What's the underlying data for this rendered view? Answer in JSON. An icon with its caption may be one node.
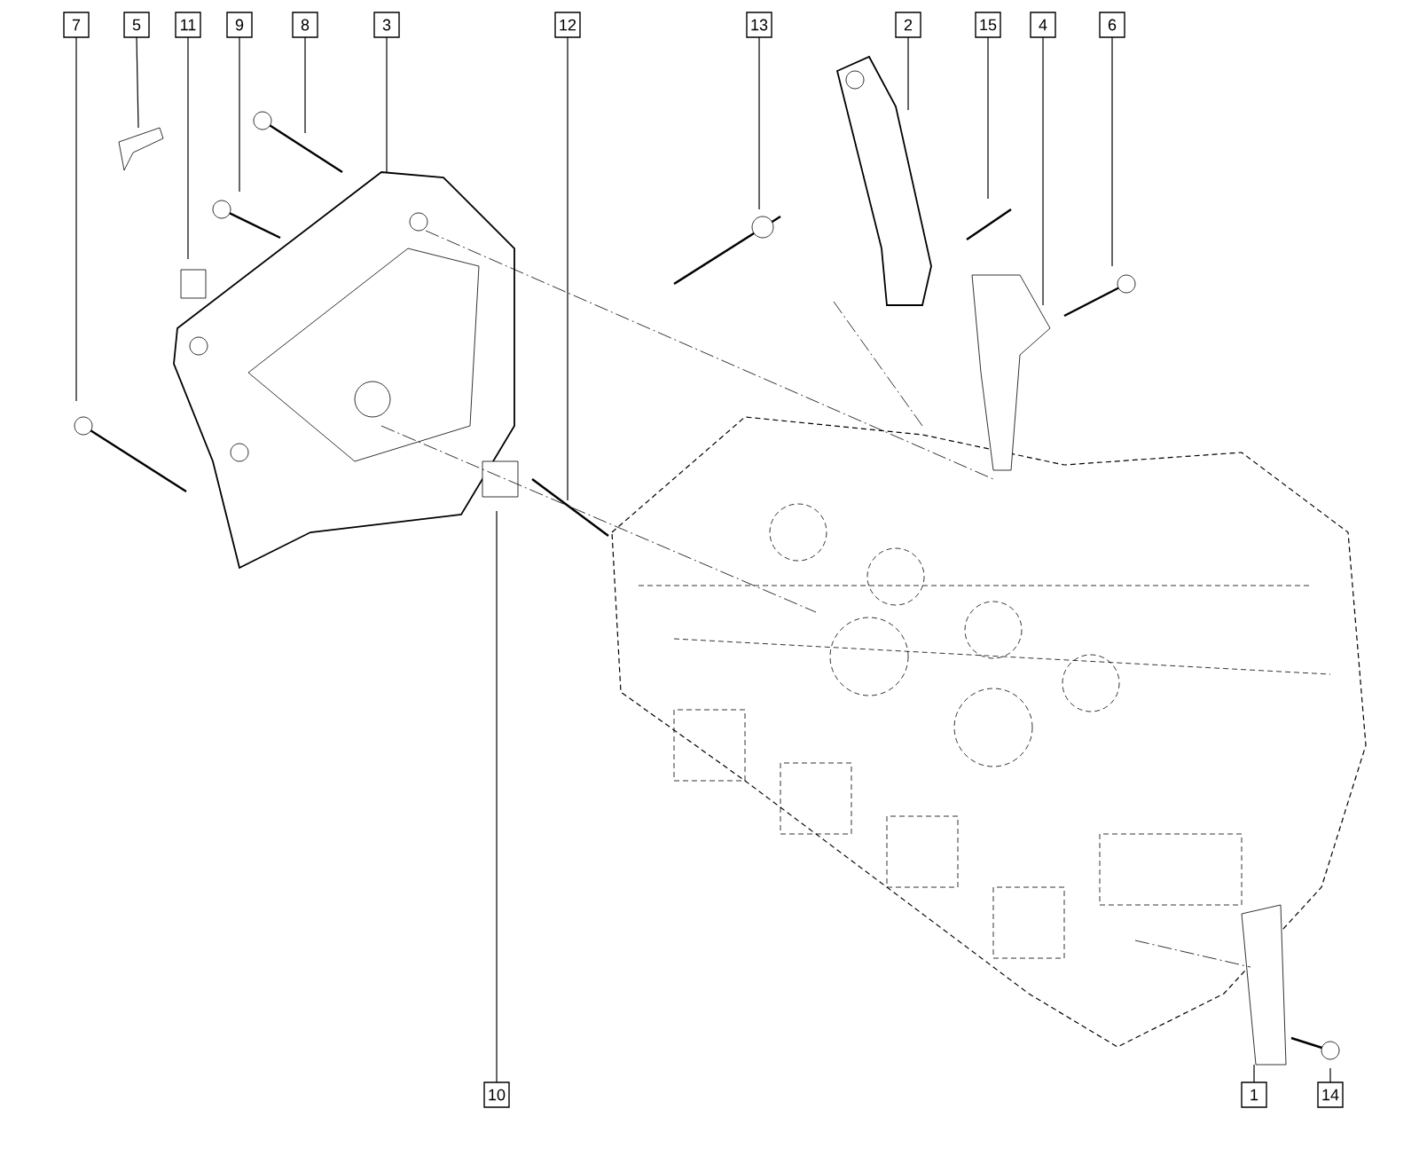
{
  "diagram": {
    "nodes": [
      {
        "text": [
          "7"
        ]
      },
      {
        "text": [
          "5"
        ]
      },
      {
        "text": [
          "11"
        ]
      },
      {
        "text": [
          "9"
        ]
      },
      {
        "text": [
          "8"
        ]
      },
      {
        "text": [
          "3"
        ]
      },
      {
        "text": [
          "12"
        ]
      },
      {
        "text": [
          "13"
        ]
      },
      {
        "text": [
          "2"
        ]
      },
      {
        "text": [
          "15"
        ]
      },
      {
        "text": [
          "4"
        ]
      },
      {
        "text": [
          "6"
        ]
      },
      {
        "text": [
          "10"
        ]
      },
      {
        "text": [
          "1"
        ]
      },
      {
        "text": [
          "14"
        ]
      }
    ],
    "edges": [
      {
        "from": 0,
        "to": null,
        "arrow": "none"
      },
      {
        "from": 1,
        "to": null,
        "arrow": "none"
      },
      {
        "from": 2,
        "to": null,
        "arrow": "none"
      },
      {
        "from": 3,
        "to": null,
        "arrow": "none"
      },
      {
        "from": 4,
        "to": null,
        "arrow": "none"
      },
      {
        "from": 5,
        "to": null,
        "arrow": "none"
      },
      {
        "from": 6,
        "to": null,
        "arrow": "none"
      },
      {
        "from": 7,
        "to": null,
        "arrow": "none"
      },
      {
        "from": 8,
        "to": null,
        "arrow": "none"
      },
      {
        "from": 9,
        "to": null,
        "arrow": "none"
      },
      {
        "from": 10,
        "to": null,
        "arrow": "none"
      },
      {
        "from": 11,
        "to": null,
        "arrow": "none"
      },
      {
        "from": 12,
        "to": null,
        "arrow": "none"
      },
      {
        "from": 13,
        "to": null,
        "arrow": "none"
      },
      {
        "from": 14,
        "to": null,
        "arrow": "none"
      }
    ]
  }
}
